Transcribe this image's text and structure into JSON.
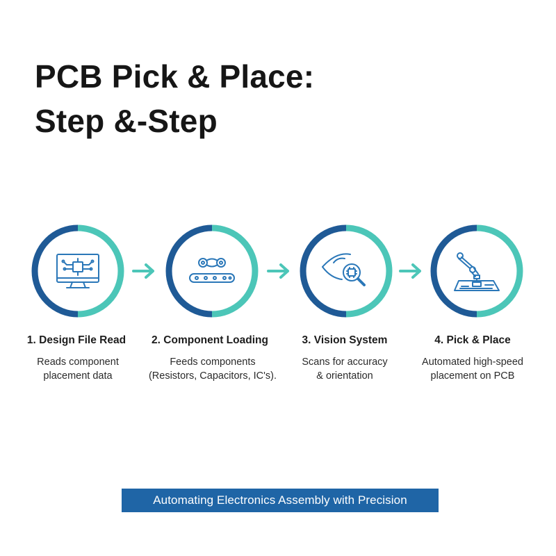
{
  "title": {
    "line1": "PCB Pick & Place:",
    "line2": "Step &-Step"
  },
  "colors": {
    "ring_dark": "#1f5a96",
    "ring_teal": "#4cc6b8",
    "icon_stroke": "#2a77b8",
    "arrow": "#4cc6b8",
    "footer_bg": "#1f65a6"
  },
  "steps": [
    {
      "label": "1. Design File Read",
      "desc_line1": "Reads component",
      "desc_line2": "placement data",
      "icon": "computer-circuit-icon"
    },
    {
      "label": "2. Component Loading",
      "desc_line1": "Feeds components",
      "desc_line2": "(Resistors, Capacitors, IC's).",
      "icon": "conveyor-icon"
    },
    {
      "label": "3. Vision System",
      "desc_line1": "Scans for accuracy",
      "desc_line2": "& orientation",
      "icon": "eye-magnifier-icon"
    },
    {
      "label": "4. Pick & Place",
      "desc_line1": "Automated high-speed",
      "desc_line2": "placement on PCB",
      "icon": "robot-arm-icon"
    }
  ],
  "footer": {
    "text": "Automating Electronics Assembly with Precision"
  }
}
